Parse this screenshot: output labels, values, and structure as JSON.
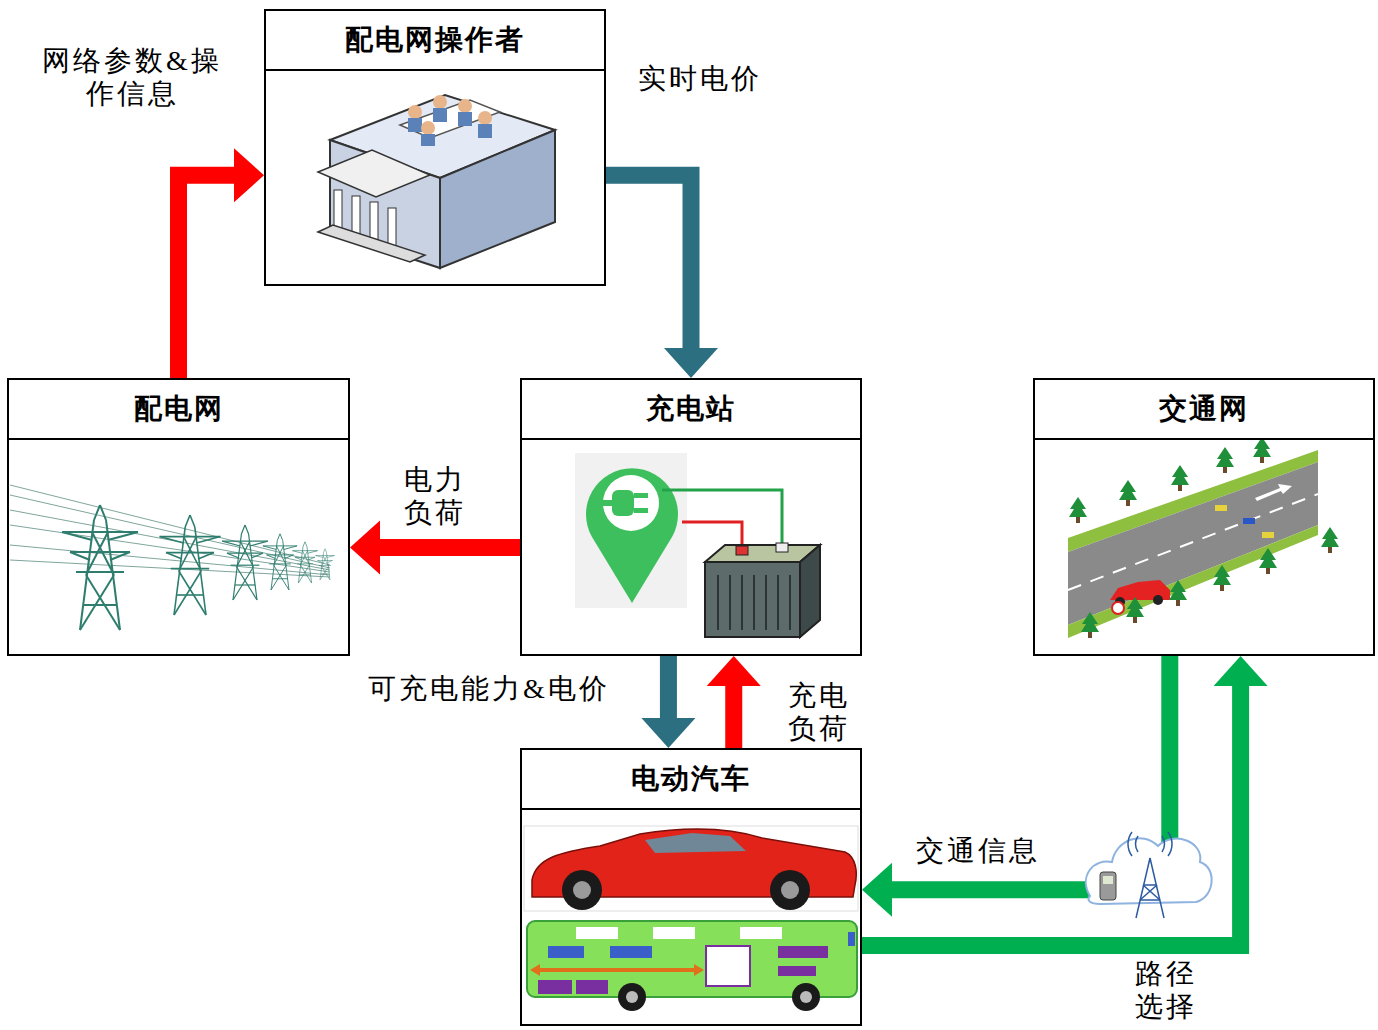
{
  "diagram": {
    "nodes": [
      {
        "text": [
          "配电网操作者"
        ]
      },
      {
        "text": [
          "配电网"
        ]
      },
      {
        "text": [
          "充电站"
        ]
      },
      {
        "text": [
          "交通网"
        ]
      },
      {
        "text": [
          "电动汽车"
        ]
      }
    ],
    "edges": [
      {
        "from": 1,
        "to": 0,
        "arrow": "to",
        "label": "网络参数&操作信息"
      },
      {
        "from": 0,
        "to": 2,
        "arrow": "to",
        "label": "实时电价"
      },
      {
        "from": 2,
        "to": 1,
        "arrow": "to",
        "label": "电力负荷"
      },
      {
        "from": 2,
        "to": 4,
        "arrow": "to",
        "label": "可充电能力&电价"
      },
      {
        "from": 4,
        "to": 2,
        "arrow": "to",
        "label": "充电负荷"
      },
      {
        "from": 3,
        "to": 4,
        "arrow": "to",
        "label": "交通信息"
      },
      {
        "from": 4,
        "to": 3,
        "arrow": "to",
        "label": "路径选择"
      }
    ]
  }
}
